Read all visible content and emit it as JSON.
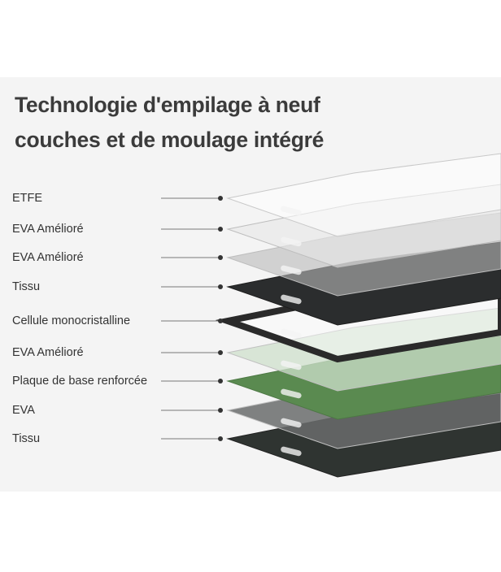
{
  "title": {
    "line1": "Technologie d'empilage à neuf",
    "line2": "couches et de moulage intégré"
  },
  "layers": [
    {
      "label": "ETFE",
      "fill": "#ffffff",
      "opacity": 0.55,
      "stroke": "#c8c8c8"
    },
    {
      "label": "EVA Amélioré",
      "fill": "#e6e6e6",
      "opacity": 0.6,
      "stroke": "#bdbdbd"
    },
    {
      "label": "EVA Amélioré",
      "fill": "#b9b9b9",
      "opacity": 0.6,
      "stroke": "#bdbdbd"
    },
    {
      "label": "Tissu",
      "fill": "#2b2d2e",
      "opacity": 1,
      "stroke": "#1e1e1e"
    },
    {
      "label": "Cellule monocristalline",
      "fill": "#ffffff",
      "opacity": 0.4,
      "stroke": "#2a2a2a"
    },
    {
      "label": "EVA Amélioré",
      "fill": "#cfe0cc",
      "opacity": 0.75,
      "stroke": "#c0c0c0"
    },
    {
      "label": "Plaque de base renforcée",
      "fill": "#5a8a50",
      "opacity": 1,
      "stroke": "#4d7844"
    },
    {
      "label": "EVA",
      "fill": "#6a6c6c",
      "opacity": 0.85,
      "stroke": "#c0c0c0"
    },
    {
      "label": "Tissu",
      "fill": "#2f3431",
      "opacity": 1,
      "stroke": "#222"
    }
  ]
}
